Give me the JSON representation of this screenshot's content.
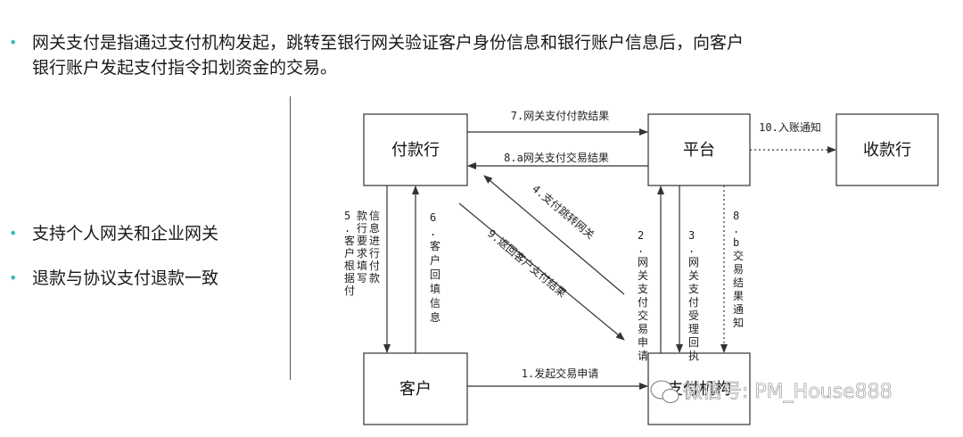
{
  "bullets": {
    "main_line1": "网关支付是指通过支付机构发起，跳转至银行网关验证客户身份信息和银行账户信息后，向客户",
    "main_line2": "银行账户发起支付指令扣划资金的交易。",
    "item1": "支持个人网关和企业网关",
    "item2": "退款与协议支付退款一致",
    "dot": "•"
  },
  "diagram": {
    "nodes": {
      "payer_bank": "付款行",
      "platform": "平台",
      "payee_bank": "收款行",
      "customer": "客户",
      "payment_institution": "支付机构"
    },
    "arrows": {
      "a1": "1.发起交易申请",
      "a2": "2.网关支付交易申请",
      "a3": "3.网关支付受理回执",
      "a4": "4.支付跳转网关",
      "a5": "5.客户根据付款行要求填写信息进行付款",
      "a6": "6.客户回填信息",
      "a7": "7.网关支付付款结果",
      "a8a": "8.a网关支付交易结果",
      "a8b": "8.b交易结果通知",
      "a9": "9.返回客户支付结果",
      "a10": "10.入账通知"
    }
  },
  "watermark": "微信号: PM_House888",
  "colors": {
    "bullet_dot": "#3bbab0",
    "line": "#333333"
  }
}
